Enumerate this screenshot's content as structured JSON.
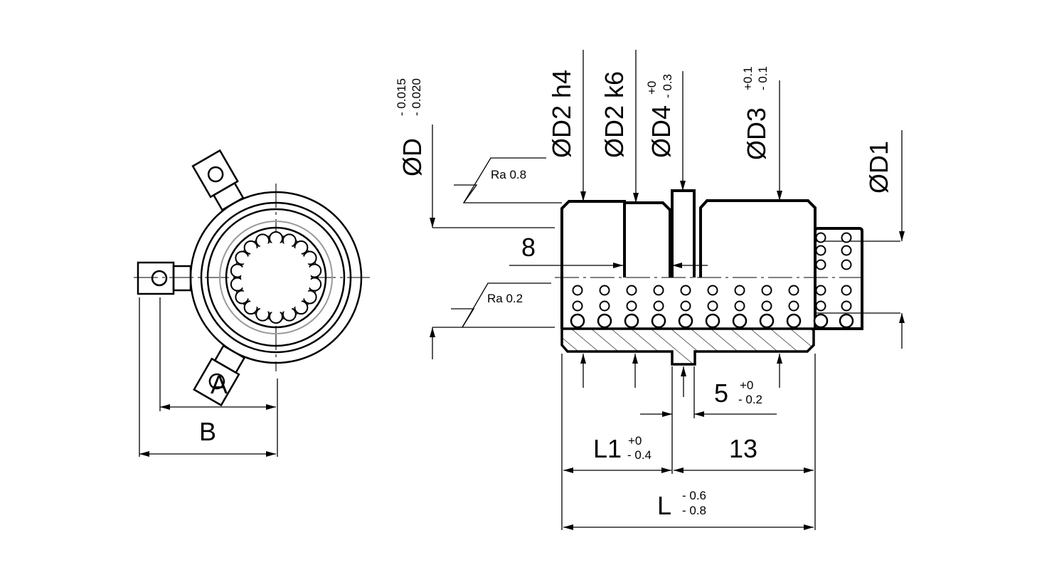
{
  "dimensions": {
    "A": "A",
    "B": "B",
    "D": "ØD",
    "D_tol_upper": "- 0.015",
    "D_tol_lower": "- 0.020",
    "D2h4": "ØD2 h4",
    "D2k6": "ØD2 k6",
    "D4": "ØD4",
    "D4_tol_upper": "+0",
    "D4_tol_lower": "- 0.3",
    "D3": "ØD3",
    "D3_tol_upper": "+0.1",
    "D3_tol_lower": "- 0.1",
    "D1": "ØD1",
    "eight": "8",
    "five": "5",
    "five_tol_upper": "+0",
    "five_tol_lower": "- 0.2",
    "L1": "L1",
    "L1_tol_upper": "+0",
    "L1_tol_lower": "- 0.4",
    "thirteen": "13",
    "L": "L",
    "L_tol_upper": "- 0.6",
    "L_tol_lower": "- 0.8"
  },
  "surface_finish": {
    "ra_outer": "Ra 0.8",
    "ra_inner": "Ra 0.2"
  },
  "colors": {
    "line": "#000000",
    "construction": "#9a9a9a",
    "background": "#ffffff"
  }
}
